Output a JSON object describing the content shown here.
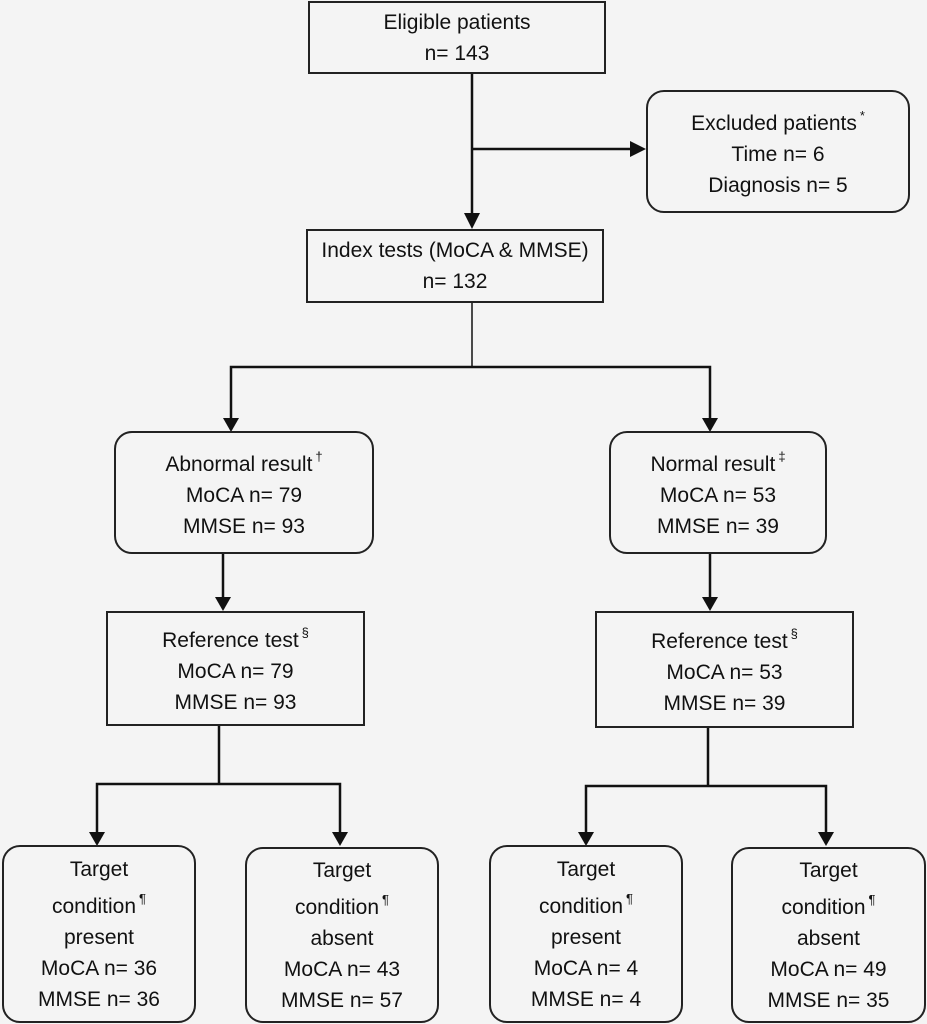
{
  "nodes": {
    "eligible": {
      "title": "Eligible patients",
      "count": "n= 143"
    },
    "excluded": {
      "title": "Excluded patients",
      "mark": "*",
      "time": "Time n= 6",
      "diagnosis": "Diagnosis n= 5"
    },
    "index_tests": {
      "title": "Index tests (MoCA & MMSE)",
      "count": "n= 132"
    },
    "abnormal": {
      "title": "Abnormal result",
      "mark": "†",
      "moca": "MoCA n= 79",
      "mmse": "MMSE n= 93"
    },
    "normal": {
      "title": "Normal result",
      "mark": "‡",
      "moca": "MoCA n= 53",
      "mmse": "MMSE n= 39"
    },
    "reference_abnormal": {
      "title": "Reference test",
      "mark": "§",
      "moca": "MoCA n= 79",
      "mmse": "MMSE n= 93"
    },
    "reference_normal": {
      "title": "Reference test",
      "mark": "§",
      "moca": "MoCA n= 53",
      "mmse": "MMSE n= 39"
    },
    "tc_present_abnormal": {
      "l1": "Target",
      "l2": "condition",
      "mark": "¶",
      "l3": "present",
      "moca": "MoCA n= 36",
      "mmse": "MMSE n= 36"
    },
    "tc_absent_abnormal": {
      "l1": "Target",
      "l2": "condition",
      "mark": "¶",
      "l3": "absent",
      "moca": "MoCA n= 43",
      "mmse": "MMSE n= 57"
    },
    "tc_present_normal": {
      "l1": "Target",
      "l2": "condition",
      "mark": "¶",
      "l3": "present",
      "moca": "MoCA n= 4",
      "mmse": "MMSE n= 4"
    },
    "tc_absent_normal": {
      "l1": "Target",
      "l2": "condition",
      "mark": "¶",
      "l3": "absent",
      "moca": "MoCA n= 49",
      "mmse": "MMSE n= 35"
    }
  },
  "edges": [
    {
      "from": "eligible",
      "to": "index_tests"
    },
    {
      "from": "eligible",
      "to": "excluded"
    },
    {
      "from": "index_tests",
      "to": "abnormal"
    },
    {
      "from": "index_tests",
      "to": "normal"
    },
    {
      "from": "abnormal",
      "to": "reference_abnormal"
    },
    {
      "from": "normal",
      "to": "reference_normal"
    },
    {
      "from": "reference_abnormal",
      "to": "tc_present_abnormal"
    },
    {
      "from": "reference_abnormal",
      "to": "tc_absent_abnormal"
    },
    {
      "from": "reference_normal",
      "to": "tc_present_normal"
    },
    {
      "from": "reference_normal",
      "to": "tc_absent_normal"
    }
  ]
}
